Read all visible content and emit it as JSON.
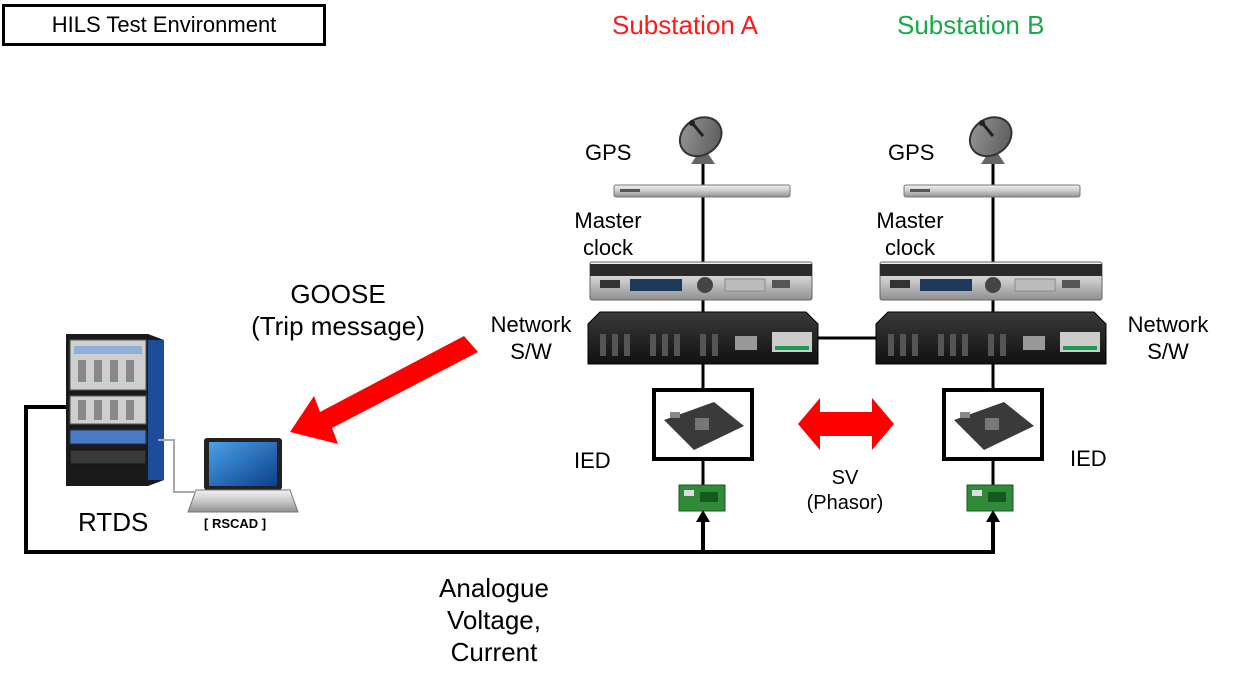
{
  "title": "HILS Test Environment",
  "substations": [
    {
      "name": "Substation A",
      "color": "#ff1a1a"
    },
    {
      "name": "Substation B",
      "color": "#1aa84a"
    }
  ],
  "labels": {
    "gps": "GPS",
    "master_clock_line1": "Master",
    "master_clock_line2": "clock",
    "network_line1": "Network",
    "network_line2": "S/W",
    "ied": "IED",
    "rtds": "RTDS",
    "rscad": "[ RSCAD ]",
    "goose_line1": "GOOSE",
    "goose_line2": "(Trip message)",
    "sv_line1": "SV",
    "sv_line2": "(Phasor)",
    "analogue_line1": "Analogue",
    "analogue_line2": "Voltage,",
    "analogue_line3": "Current"
  },
  "colors": {
    "arrow": "#ff0000",
    "wire": "#000000",
    "device_dark": "#1c1c1c",
    "device_silver": "#d4d4d4",
    "board_green": "#2f8a3a"
  }
}
